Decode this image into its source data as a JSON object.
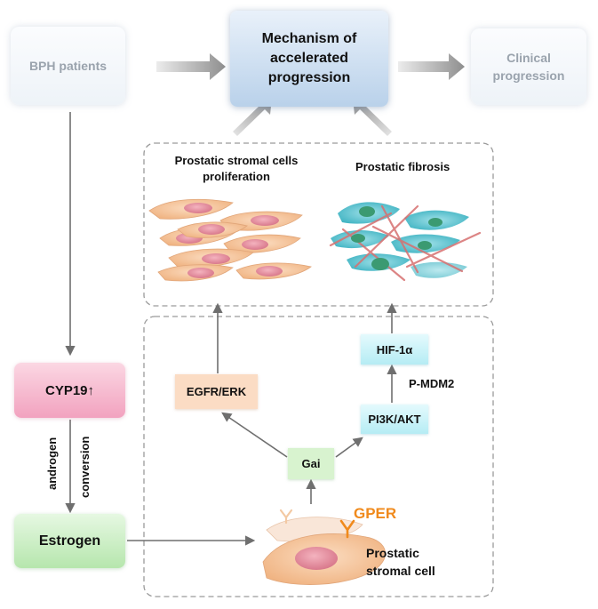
{
  "nodes": {
    "bph": "BPH patients",
    "mechanism": "Mechanism of accelerated progression",
    "clinical": "Clinical progression",
    "cyp19": "CYP19↑",
    "estrogen": "Estrogen",
    "egfr": "EGFR/ERK",
    "hif": "HIF-1α",
    "pi3k": "PI3K/AKT",
    "gai": "Gai"
  },
  "labels": {
    "stromal_proliferation": "Prostatic stromal cells proliferation",
    "fibrosis": "Prostatic fibrosis",
    "pmdm2": "P-MDM2",
    "androgen": "androgen",
    "conversion": "conversion",
    "gper": "GPER",
    "stromal_cell": "Prostatic stromal cell"
  },
  "colors": {
    "arrow": "#6f6f6f",
    "big_arrow": "#8e8e8e",
    "dashed_border": "#9a9a9a",
    "gper": "#f08a1c",
    "cell_fill": "#f6c9a1",
    "nucleus": "#e08a9a",
    "fibro_fill": "#5fc7d3",
    "fibro_nucleus": "#3b9a72",
    "fiber": "#d77070"
  }
}
